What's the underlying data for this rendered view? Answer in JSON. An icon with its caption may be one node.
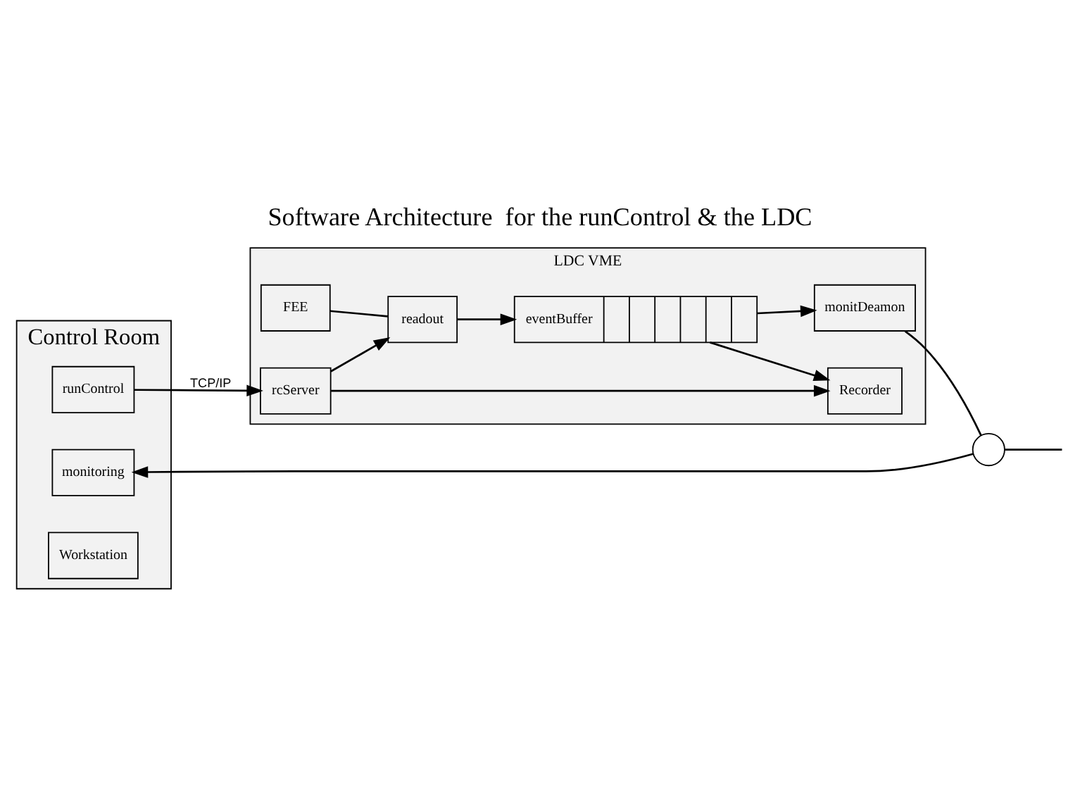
{
  "diagram": {
    "title": "Software Architecture  for the runControl & the LDC",
    "nodes": [
      {
        "text": [
          "LDC VME"
        ]
      },
      {
        "text": [
          "FEE"
        ],
        "in": 0
      },
      {
        "text": [
          "readout"
        ],
        "in": 0
      },
      {
        "text": [
          "eventBuffer"
        ],
        "in": 0
      },
      {
        "text": [
          "monitDeamon"
        ],
        "in": 0
      },
      {
        "text": [
          "Recorder"
        ],
        "in": 0
      },
      {
        "text": [
          "rcServer"
        ],
        "in": 0
      },
      {
        "text": [],
        "shape": "circle"
      },
      {
        "text": [
          "Control Room"
        ]
      },
      {
        "text": [
          "runControl"
        ],
        "in": 8
      },
      {
        "text": [
          "monitoring"
        ],
        "in": 8
      },
      {
        "text": [
          "Workstation"
        ],
        "in": 8
      }
    ],
    "edges": [
      {
        "from": 1,
        "to": 2,
        "arrow": "none"
      },
      {
        "from": 2,
        "to": 3,
        "arrow": "to"
      },
      {
        "from": 3,
        "to": 4,
        "arrow": "to"
      },
      {
        "from": 3,
        "to": 5,
        "arrow": "to"
      },
      {
        "from": 6,
        "to": 2,
        "arrow": "to"
      },
      {
        "from": 6,
        "to": 5,
        "arrow": "to"
      },
      {
        "from": 9,
        "to": 6,
        "arrow": "to",
        "label": "TCP/IP"
      },
      {
        "from": 4,
        "to": 7,
        "arrow": "none"
      },
      {
        "from": 7,
        "to": null,
        "arrow": "none"
      },
      {
        "from": 7,
        "to": 10,
        "arrow": "to"
      }
    ]
  }
}
